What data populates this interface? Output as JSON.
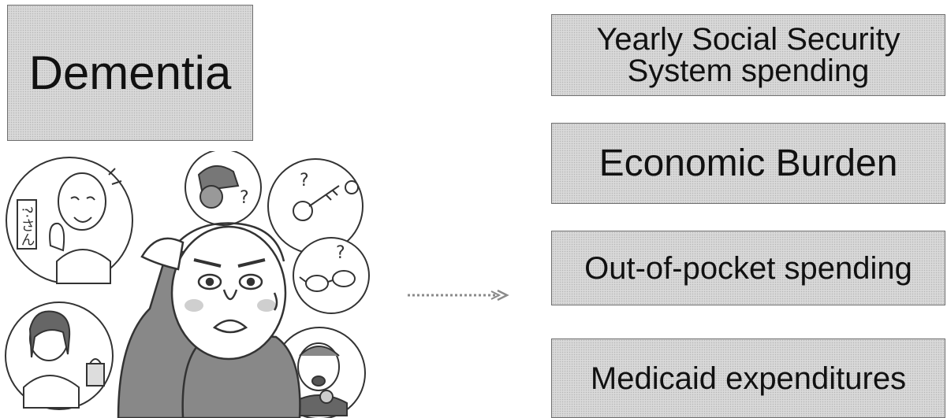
{
  "diagram": {
    "title": "Dementia",
    "items": [
      {
        "lines": [
          "Yearly Social Security",
          "System spending"
        ]
      },
      {
        "lines": [
          "Economic Burden"
        ]
      },
      {
        "lines": [
          "Out-of-pocket spending"
        ]
      },
      {
        "lines": [
          "Medicaid expenditures"
        ]
      }
    ],
    "illustration_sign_text": "?·さん",
    "colors": {
      "box_fill": "#d9d9d9",
      "box_border": "#6e6e6e",
      "text": "#111111",
      "arrow": "#8a8a8a"
    }
  }
}
